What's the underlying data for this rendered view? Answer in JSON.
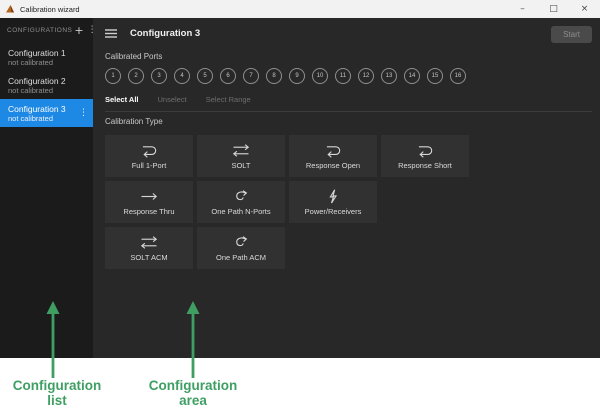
{
  "window": {
    "title": "Calibration wizard",
    "controls": {
      "minimize": "–",
      "maximize": "□",
      "close": "×"
    }
  },
  "sidebar": {
    "header": "CONFIGURATIONS",
    "add_icon": "+",
    "overflow_icon": "⋮",
    "items": [
      {
        "name": "Configuration 1",
        "status": "not calibrated",
        "selected": false
      },
      {
        "name": "Configuration 2",
        "status": "not calibrated",
        "selected": false
      },
      {
        "name": "Configuration 3",
        "status": "not calibrated",
        "selected": true,
        "overflow_icon": "⋮"
      }
    ]
  },
  "main": {
    "menu_icon": "hamburger-icon",
    "title": "Configuration 3",
    "start_button": "Start",
    "calibrated_ports_label": "Calibrated Ports",
    "ports": [
      "1",
      "2",
      "3",
      "4",
      "5",
      "6",
      "7",
      "8",
      "9",
      "10",
      "11",
      "12",
      "13",
      "14",
      "15",
      "16"
    ],
    "selection_actions": [
      {
        "label": "Select All",
        "enabled": true
      },
      {
        "label": "Unselect",
        "enabled": false
      },
      {
        "label": "Select Range",
        "enabled": false
      }
    ],
    "calibration_type_label": "Calibration Type",
    "calibration_types": [
      {
        "label": "Full 1-Port",
        "icon": "return-arrow-icon"
      },
      {
        "label": "SOLT",
        "icon": "double-arrow-icon"
      },
      {
        "label": "Response Open",
        "icon": "return-arrow-icon"
      },
      {
        "label": "Response Short",
        "icon": "return-arrow-icon"
      },
      {
        "label": "Response Thru",
        "icon": "right-arrow-icon"
      },
      {
        "label": "One Path N-Ports",
        "icon": "one-path-arrow-icon"
      },
      {
        "label": "Power/Receivers",
        "icon": "lightning-icon"
      },
      {
        "label": "SOLT ACM",
        "icon": "double-arrow-icon"
      },
      {
        "label": "One Path ACM",
        "icon": "one-path-arrow-icon"
      }
    ]
  },
  "annotations": [
    {
      "line1": "Configuration",
      "line2": "list"
    },
    {
      "line1": "Configuration",
      "line2": "area"
    }
  ],
  "colors": {
    "selected_blue": "#1e88e5",
    "annotation_green": "#3f9f63",
    "main_bg": "#282828",
    "sidebar_bg": "#1b1b1b",
    "card_bg": "#313131",
    "titlebar_bg": "#f2f2f2"
  }
}
